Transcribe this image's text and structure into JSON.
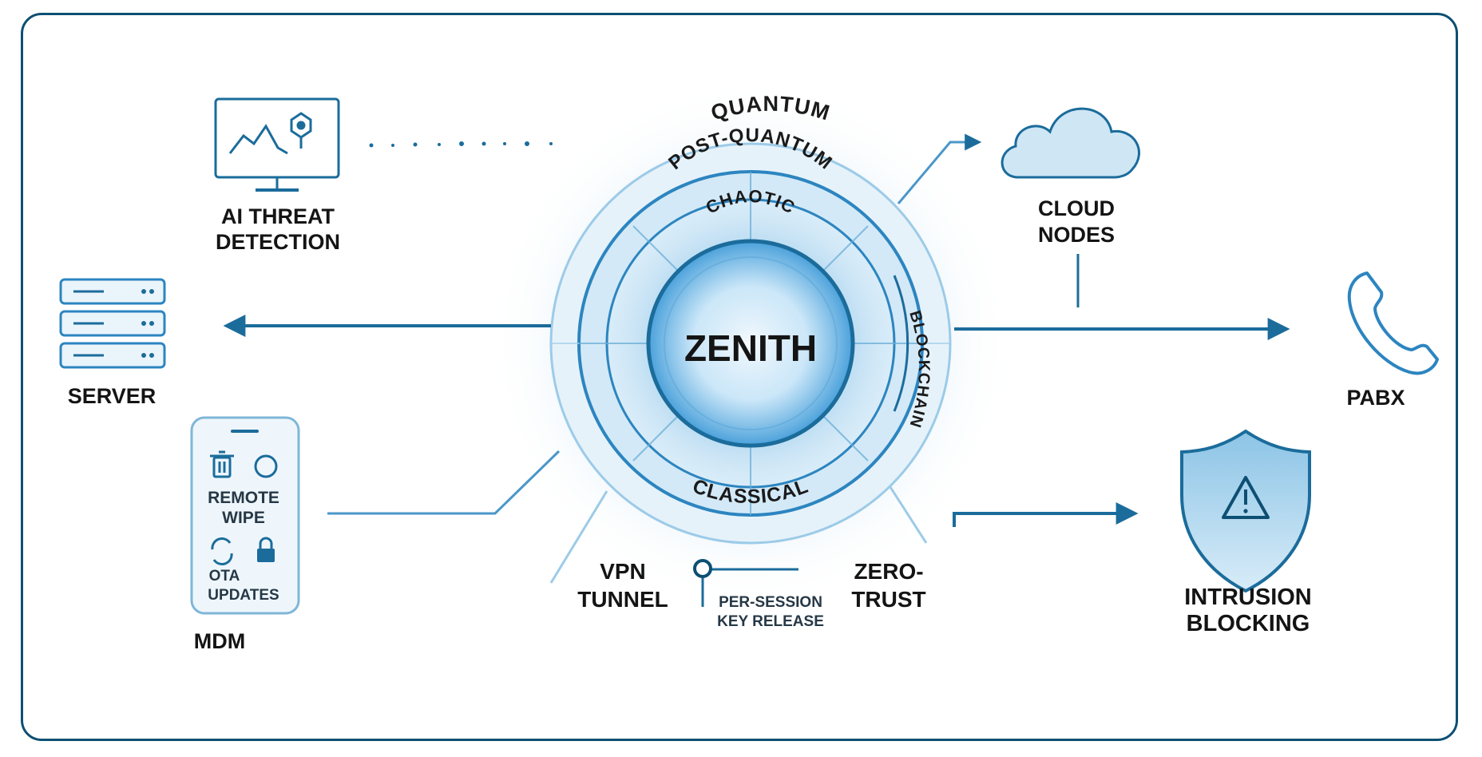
{
  "core": {
    "label": "ZENITH"
  },
  "rings": {
    "outer": "QUANTUM",
    "post_quantum": "POST-QUANTUM",
    "chaotic": "CHAOTIC",
    "blockchain": "BLOCKCHAIN",
    "classical": "CLASSICAL"
  },
  "nodes": {
    "ai_threat": {
      "line1": "AI THREAT",
      "line2": "DETECTION",
      "icon": "monitor-chart-icon"
    },
    "cloud": {
      "line1": "CLOUD",
      "line2": "NODES",
      "icon": "cloud-icon"
    },
    "server": {
      "label": "SERVER",
      "icon": "server-rack-icon"
    },
    "pabx": {
      "label": "PABX",
      "icon": "phone-icon"
    },
    "mdm": {
      "label": "MDM",
      "icon": "smartphone-icon",
      "remote_wipe_1": "REMOTE",
      "remote_wipe_2": "WIPE",
      "ota_1": "OTA",
      "ota_2": "UPDATES"
    },
    "intrusion": {
      "line1": "INTRUSION",
      "line2": "BLOCKING",
      "icon": "shield-warning-icon"
    },
    "vpn": {
      "line1": "VPN",
      "line2": "TUNNEL"
    },
    "zero_trust": {
      "line1": "ZERO-",
      "line2": "TRUST"
    },
    "key_release": {
      "line1": "PER-SESSION",
      "line2": "KEY RELEASE",
      "icon": "key-node-icon"
    }
  },
  "colors": {
    "primary": "#1b6c9b",
    "dark": "#0d4f73",
    "light": "#7fb6d8",
    "glow": "#2d8fd0"
  }
}
